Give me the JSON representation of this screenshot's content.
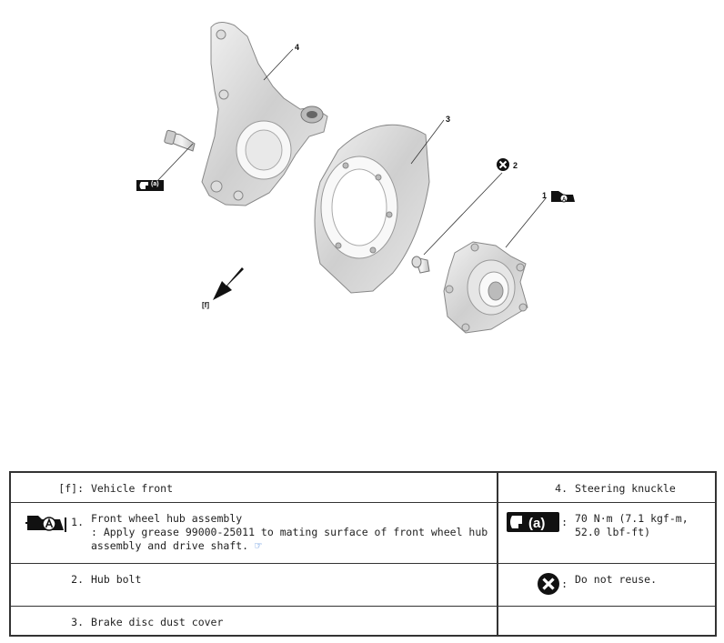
{
  "diagram": {
    "callouts": {
      "c1": "1",
      "c2": "2",
      "c3": "3",
      "c4": "4",
      "front": "[f]",
      "torque_a": "(a)"
    },
    "icons": [
      "grease-a-icon",
      "torque-a-icon",
      "do-not-reuse-icon",
      "front-arrow-icon"
    ]
  },
  "legend": {
    "r1": {
      "lkey": "[f]:",
      "ldesc": "Vehicle front",
      "rkey": "4.",
      "rdesc": "Steering knuckle"
    },
    "r2": {
      "lkey": "1.",
      "ldesc_l1": "Front wheel hub assembly",
      "ldesc_l2": ": Apply grease 99000-25011 to mating surface of front wheel hub",
      "ldesc_l3": "assembly and drive shaft.",
      "rkey": ":",
      "rdesc_l1": "70 N·m (7.1 kgf-m,",
      "rdesc_l2": "52.0 lbf-ft)",
      "torque_label": "(a)"
    },
    "r3": {
      "lkey": "2.",
      "ldesc": "Hub bolt",
      "rkey": ":",
      "rdesc": "Do not reuse."
    },
    "r4": {
      "lkey": "3.",
      "ldesc": "Brake disc dust cover",
      "rkey": "",
      "rdesc": ""
    }
  }
}
